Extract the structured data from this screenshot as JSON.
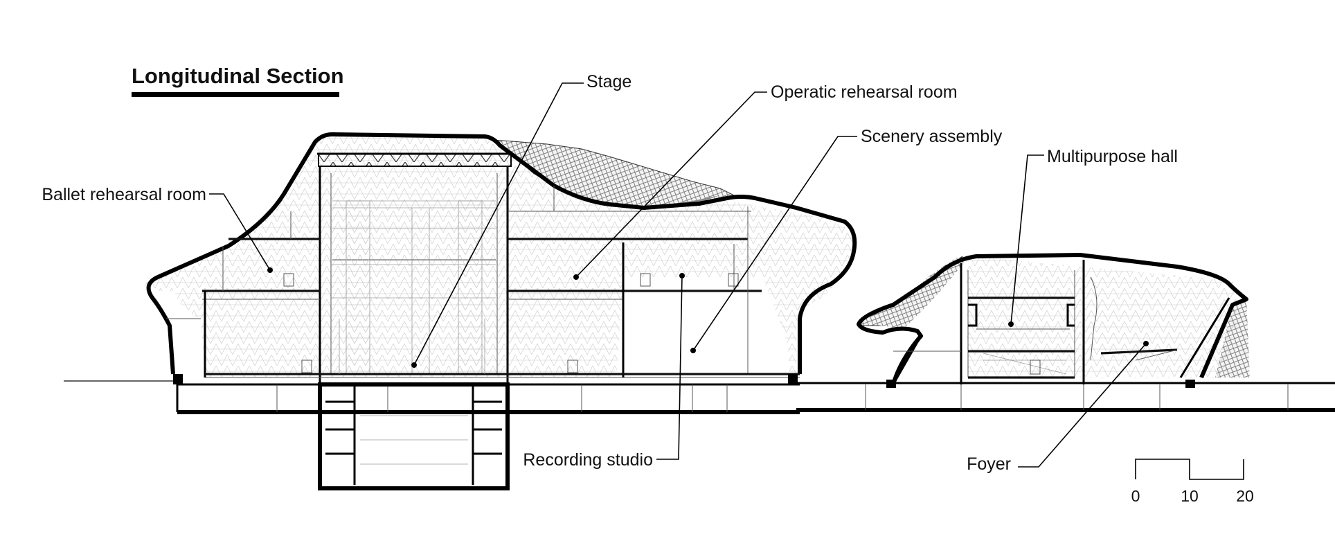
{
  "title": "Longitudinal Section",
  "labels": {
    "stage": "Stage",
    "operatic": "Operatic rehearsal room",
    "scenery": "Scenery assembly",
    "multipurpose": "Multipurpose hall",
    "ballet": "Ballet rehearsal room",
    "recording": "Recording studio",
    "foyer": "Foyer"
  },
  "scale_bar": {
    "ticks": [
      "0",
      "10",
      "20"
    ]
  },
  "colors": {
    "ink": "#000000",
    "hatch": "#777777",
    "paper": "#ffffff"
  }
}
